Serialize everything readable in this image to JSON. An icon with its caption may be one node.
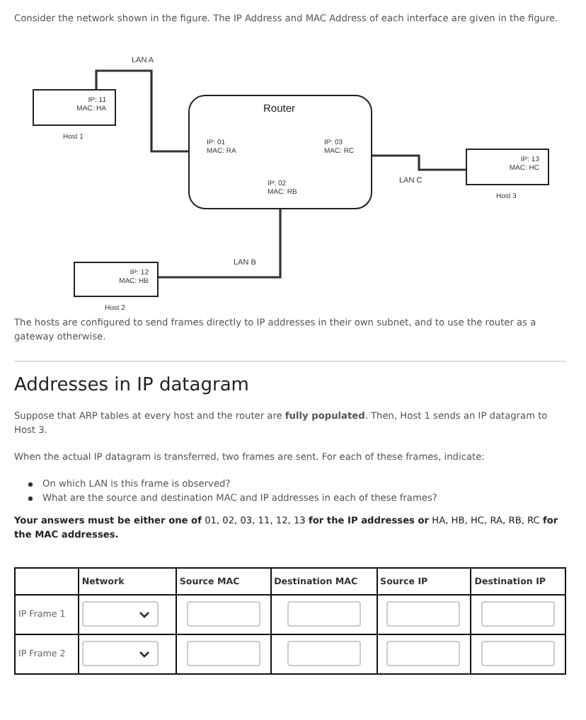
{
  "diagram": {
    "nodes": [
      {
        "text": [
          "IP: 11",
          "MAC: HA"
        ],
        "beside": [
          "Host 1"
        ]
      },
      {
        "text": [
          "Router",
          "IP: 01",
          "MAC: RA",
          "IP: 03",
          "MAC: RC",
          "IP: 02",
          "MAC: RB"
        ]
      },
      {
        "text": [
          "IP: 13",
          "MAC: HC"
        ],
        "beside": [
          "Host 3"
        ]
      },
      {
        "text": [
          "IP: 12",
          "MAC: HB"
        ],
        "beside": [
          "Host 2"
        ]
      }
    ],
    "edges": [
      {
        "from": 0,
        "to": 1,
        "arrow": "none",
        "label": "LAN A"
      },
      {
        "from": 1,
        "to": 2,
        "arrow": "none",
        "label": "LAN C"
      },
      {
        "from": 1,
        "to": 3,
        "arrow": "none",
        "label": "LAN B"
      }
    ],
    "labels": [
      "Consider the network shown in the figure. The IP Address and MAC Address of each interface are given in the figure.",
      "The hosts are configured to send frames directly to IP addresses in their own subnet, and to use the router as a gateway otherwise.",
      "Addresses in IP datagram",
      "Suppose that ARP tables at every host and the router are **fully populated**. Then, Host 1 sends an IP datagram to Host 3.",
      "When the actual IP datagram is transferred, two frames are sent. For each of these frames, indicate:",
      "On which LAN is this frame is observed?",
      "What are the source and destination MAC and IP addresses in each of these frames?",
      "**Your answers must be either one of** 01, 02, 03, 11, 12, 13 **for the IP addresses or** HA, HB, HC, RA, RB, RC **for the MAC addresses.**",
      "Network",
      "Source MAC",
      "Destination MAC",
      "Source IP",
      "Destination IP",
      "IP Frame 1",
      "IP Frame 2"
    ]
  }
}
